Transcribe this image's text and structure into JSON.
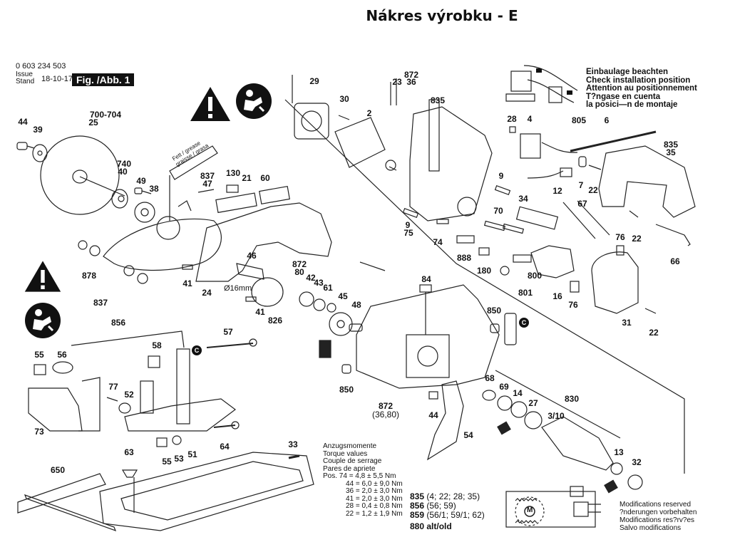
{
  "header": {
    "title": "Nákres výrobku - E"
  },
  "document": {
    "part_number": "0 603 234 503",
    "issue_label_1": "Issue",
    "issue_label_2": "Stand",
    "issue_date": "18-10-17",
    "figure_label": "Fig. /Abb. 1"
  },
  "installation_note": [
    "Einbaulage beachten",
    "Check installation position",
    "Attention au positionnement",
    "T?ngase en cuenta",
    "la posici—n de montaje"
  ],
  "torque_values": {
    "headings": [
      "Anzugsmomente",
      "Torque values",
      "Couple de serrage",
      "Pares de apriete"
    ],
    "rows": [
      "Pos. 74 = 4,8 ± 5,5 Nm",
      "44 = 6,0 ± 9,0 Nm",
      "36 = 2,0 ± 3,0 Nm",
      "41 = 2,0 ± 3,0 Nm",
      "28 = 0,4 ± 0,8 Nm",
      "22 = 1,2 ± 1,9 Nm"
    ]
  },
  "assembly_legend": [
    {
      "number": "835",
      "contents": "(4; 22; 28; 35)"
    },
    {
      "number": "856",
      "contents": "(56; 59)"
    },
    {
      "number": "859",
      "contents": "(56/1; 59/1; 62)"
    },
    {
      "number": "880",
      "contents": "alt/old"
    }
  ],
  "modifications_note": [
    "Modifications reserved",
    "?nderungen vorbehalten",
    "Modifications res?rv?es",
    "Salvo modifications"
  ],
  "diameter_note": "Ø16mm",
  "grease_tube_label": "Fett / grease graisse / grasa",
  "part_labels": [
    {
      "id": "p44a",
      "text": "44"
    },
    {
      "id": "p39",
      "text": "39"
    },
    {
      "id": "p700",
      "text": "700-704"
    },
    {
      "id": "p25",
      "text": "25"
    },
    {
      "id": "p740",
      "text": "740"
    },
    {
      "id": "p40",
      "text": "40"
    },
    {
      "id": "p49",
      "text": "49"
    },
    {
      "id": "p38",
      "text": "38"
    },
    {
      "id": "p837a",
      "text": "837"
    },
    {
      "id": "p47",
      "text": "47"
    },
    {
      "id": "p130",
      "text": "130"
    },
    {
      "id": "p21",
      "text": "21"
    },
    {
      "id": "p60",
      "text": "60"
    },
    {
      "id": "p29",
      "text": "29"
    },
    {
      "id": "p30",
      "text": "30"
    },
    {
      "id": "p2",
      "text": "2"
    },
    {
      "id": "p872a",
      "text": "872"
    },
    {
      "id": "p23",
      "text": "23"
    },
    {
      "id": "p36",
      "text": "36"
    },
    {
      "id": "p835a",
      "text": "835"
    },
    {
      "id": "p28",
      "text": "28"
    },
    {
      "id": "p4",
      "text": "4"
    },
    {
      "id": "p805",
      "text": "805"
    },
    {
      "id": "p6",
      "text": "6"
    },
    {
      "id": "p835b",
      "text": "835"
    },
    {
      "id": "p35",
      "text": "35"
    },
    {
      "id": "p9a",
      "text": "9"
    },
    {
      "id": "p7",
      "text": "7"
    },
    {
      "id": "p22a",
      "text": "22"
    },
    {
      "id": "p12",
      "text": "12"
    },
    {
      "id": "p34",
      "text": "34"
    },
    {
      "id": "p67",
      "text": "67"
    },
    {
      "id": "p22b",
      "text": "22"
    },
    {
      "id": "p66",
      "text": "66"
    },
    {
      "id": "p70",
      "text": "70"
    },
    {
      "id": "p9b",
      "text": "9"
    },
    {
      "id": "p75",
      "text": "75"
    },
    {
      "id": "p74",
      "text": "74"
    },
    {
      "id": "p888",
      "text": "888"
    },
    {
      "id": "p180",
      "text": "180"
    },
    {
      "id": "p76a",
      "text": "76"
    },
    {
      "id": "p800",
      "text": "800"
    },
    {
      "id": "p801",
      "text": "801"
    },
    {
      "id": "p16",
      "text": "16"
    },
    {
      "id": "p76b",
      "text": "76"
    },
    {
      "id": "p31",
      "text": "31"
    },
    {
      "id": "p22c",
      "text": "22"
    },
    {
      "id": "p878",
      "text": "878"
    },
    {
      "id": "p837b",
      "text": "837"
    },
    {
      "id": "p41a",
      "text": "41"
    },
    {
      "id": "p24",
      "text": "24"
    },
    {
      "id": "p46",
      "text": "46"
    },
    {
      "id": "p872b",
      "text": "872"
    },
    {
      "id": "p80",
      "text": "80"
    },
    {
      "id": "p42",
      "text": "42"
    },
    {
      "id": "p43",
      "text": "43"
    },
    {
      "id": "p61",
      "text": "61"
    },
    {
      "id": "p45",
      "text": "45"
    },
    {
      "id": "p48",
      "text": "48"
    },
    {
      "id": "p41b",
      "text": "41"
    },
    {
      "id": "p826",
      "text": "826"
    },
    {
      "id": "p84",
      "text": "84"
    },
    {
      "id": "p850a",
      "text": "850"
    },
    {
      "id": "p856",
      "text": "856"
    },
    {
      "id": "p57",
      "text": "57"
    },
    {
      "id": "p55a",
      "text": "55"
    },
    {
      "id": "p56",
      "text": "56"
    },
    {
      "id": "p58",
      "text": "58"
    },
    {
      "id": "p77",
      "text": "77"
    },
    {
      "id": "p52",
      "text": "52"
    },
    {
      "id": "p73",
      "text": "73"
    },
    {
      "id": "p850b",
      "text": "850"
    },
    {
      "id": "p872c",
      "text": "872"
    },
    {
      "id": "p3680",
      "text": "(36,80)"
    },
    {
      "id": "p44b",
      "text": "44"
    },
    {
      "id": "p54",
      "text": "54"
    },
    {
      "id": "p68",
      "text": "68"
    },
    {
      "id": "p69",
      "text": "69"
    },
    {
      "id": "p14",
      "text": "14"
    },
    {
      "id": "p27",
      "text": "27"
    },
    {
      "id": "p830",
      "text": "830"
    },
    {
      "id": "p310",
      "text": "3/10"
    },
    {
      "id": "p13",
      "text": "13"
    },
    {
      "id": "p32",
      "text": "32"
    },
    {
      "id": "p64",
      "text": "64"
    },
    {
      "id": "p63",
      "text": "63"
    },
    {
      "id": "p51",
      "text": "51"
    },
    {
      "id": "p33",
      "text": "33"
    },
    {
      "id": "p55b",
      "text": "55"
    },
    {
      "id": "p53",
      "text": "53"
    },
    {
      "id": "p650",
      "text": "650"
    }
  ],
  "callout_marker": "C",
  "motor_symbol": "M"
}
